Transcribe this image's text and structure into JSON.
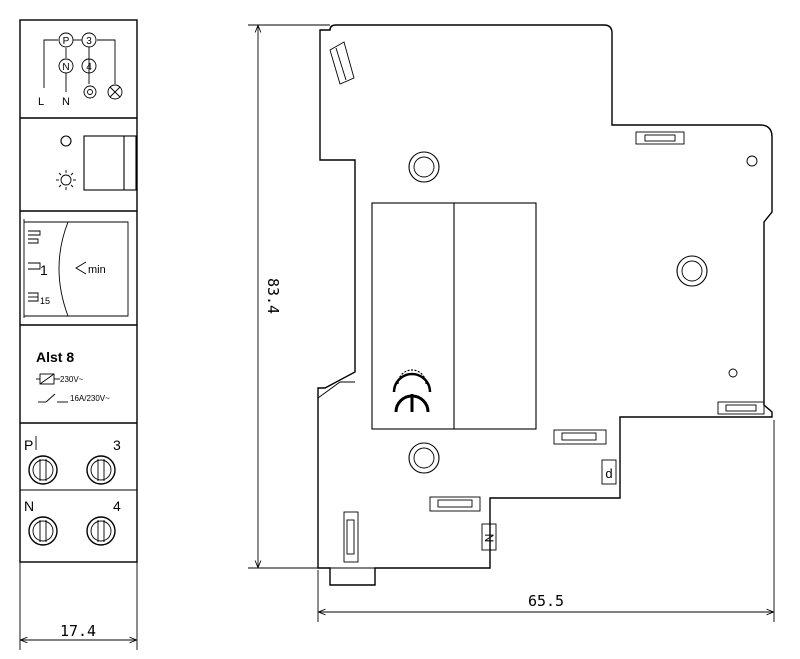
{
  "front": {
    "top_circles": [
      "P",
      "3",
      "N",
      "4"
    ],
    "top_labels": [
      "L",
      "N"
    ],
    "knob_numbers": [
      "1",
      "15"
    ],
    "knob_unit": "min",
    "model": "Alst 8",
    "coil_rating": "230V~",
    "contact_rating": "16A/230V~",
    "terminal_labels": [
      "P",
      "3",
      "N",
      "4"
    ]
  },
  "side": {
    "clip_labels": [
      "d",
      "N"
    ]
  },
  "dimensions": {
    "front_width": "17.4",
    "side_height": "83.4",
    "side_depth": "65.5"
  }
}
